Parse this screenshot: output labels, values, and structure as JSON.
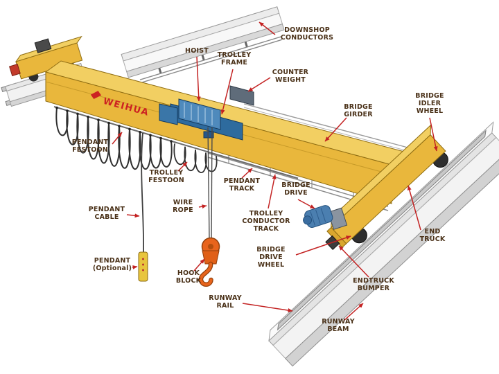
{
  "diagram": {
    "brand": "WEIHUA",
    "labels": {
      "downshop_conductors": "DOWNSHOP\nCONDUCTORS",
      "hoist": "HOIST",
      "trolley_frame": "TROLLEY\nFRAME",
      "counter_weight": "COUNTER\nWEIGHT",
      "bridge_girder": "BRIDGE\nGIRDER",
      "bridge_idler_wheel": "BRIDGE\nIDLER\nWHEEL",
      "pendant_festoon": "PENDANT\nFESTOON",
      "trolley_festoon": "TROLLEY\nFESTOON",
      "pendant_track": "PENDANT\nTRACK",
      "bridge_drive": "BRIDGE\nDRIVE",
      "wire_rope": "WIRE\nROPE",
      "trolley_conductor_track": "TROLLEY\nCONDUCTOR\nTRACK",
      "pendant_cable": "PENDANT\nCABLE",
      "end_truck": "END\nTRUCK",
      "pendant_optional": "PENDANT\n(Optional)",
      "hook_block": "HOOK\nBLOCK",
      "bridge_drive_wheel": "BRIDGE\nDRIVE WHEEL",
      "endtruck_bumper": "ENDTRUCK\nBUMPER",
      "runway_rail": "RUNWAY\nRAIL",
      "runway_beam": "RUNWAY\nBEAM"
    },
    "colors": {
      "girder_yellow": "#E9B73C",
      "girder_yellow_light": "#F2CF62",
      "trolley_blue": "#2E6B9E",
      "hook_orange": "#E8641C",
      "arrow_red": "#C32222",
      "label_brown": "#4A3118",
      "brand_red": "#CC2222"
    }
  }
}
